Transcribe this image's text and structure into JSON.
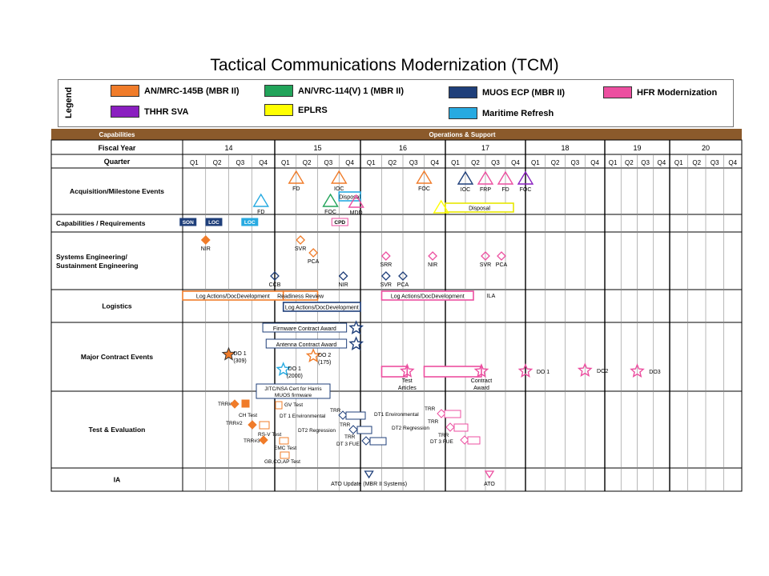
{
  "title": "Tactical Communications Modernization (TCM)",
  "legend": {
    "label": "Legend",
    "items": [
      {
        "label": "AN/MRC-145B (MBR II)",
        "color": "#f07c2a"
      },
      {
        "label": "AN/VRC-114(V) 1 (MBR II)",
        "color": "#22a45a"
      },
      {
        "label": "MUOS ECP (MBR II)",
        "color": "#1f3f7a"
      },
      {
        "label": "HFR Modernization",
        "color": "#ec4fa0"
      },
      {
        "label": "THHR SVA",
        "color": "#8a1fc0"
      },
      {
        "label": "EPLRS",
        "color": "#ffff00"
      },
      {
        "label": "Maritime Refresh",
        "color": "#27aae1"
      }
    ]
  },
  "header": {
    "capabilities": "Capabilities",
    "ops_support": "Operations & Support",
    "fiscal_year": "Fiscal Year",
    "quarter": "Quarter",
    "years": [
      "14",
      "15",
      "16",
      "17",
      "18",
      "19",
      "20"
    ],
    "quarters": [
      "Q1",
      "Q2",
      "Q3",
      "Q4"
    ]
  },
  "chart_data": {
    "type": "table",
    "rows": [
      "Acquisition/Milestone Events",
      "Capabilities / Requirements",
      "Systems Engineering/ Sustainment Engineering",
      "Logistics",
      "Major Contract Events",
      "Test & Evaluation",
      "IA"
    ],
    "events": [
      {
        "row": 0,
        "x": 15.25,
        "shape": "triangle",
        "color": "#f07c2a",
        "label": "FD"
      },
      {
        "row": 0,
        "x": 15.75,
        "shape": "triangle",
        "color": "#f07c2a",
        "label": "IOC"
      },
      {
        "row": 0,
        "x": 14.85,
        "shape": "triangle",
        "color": "#27aae1",
        "label": "FD"
      },
      {
        "row": 0,
        "x": 15.65,
        "shape": "triangle",
        "color": "#22a45a",
        "label": "FOC"
      },
      {
        "row": 0,
        "x": 15.95,
        "shape": "triangle",
        "color": "#ec4fa0",
        "label": "MDD"
      },
      {
        "row": 0,
        "x": 16.75,
        "shape": "triangle",
        "color": "#f07c2a",
        "label": "FOC"
      },
      {
        "row": 0,
        "x": 17.25,
        "shape": "triangle",
        "color": "#1f3f7a",
        "label": "IOC"
      },
      {
        "row": 0,
        "x": 17.5,
        "shape": "triangle",
        "color": "#ec4fa0",
        "label": "FRP"
      },
      {
        "row": 0,
        "x": 17.75,
        "shape": "triangle",
        "color": "#ec4fa0",
        "label": "FD"
      },
      {
        "row": 0,
        "x": 18.0,
        "shape": "triangle",
        "color": "#8a1fc0",
        "label": "FOC"
      },
      {
        "row": 0,
        "x": 16.95,
        "shape": "triangle",
        "color": "#ffff00",
        "label": ""
      },
      {
        "row": 1,
        "x": 14.05,
        "shape": "box",
        "color": "#1f3f7a",
        "label": "SON"
      },
      {
        "row": 1,
        "x": 14.33,
        "shape": "box",
        "color": "#1f3f7a",
        "label": "LOC"
      },
      {
        "row": 1,
        "x": 14.72,
        "shape": "box",
        "color": "#27aae1",
        "label": "LOC"
      },
      {
        "row": 1,
        "x": 15.75,
        "shape": "box",
        "color": "#ec4fa0",
        "label": "CPD"
      },
      {
        "row": 2,
        "x": 14.25,
        "shape": "diamond",
        "color": "#f07c2a",
        "label": "NIR"
      },
      {
        "row": 2,
        "x": 15.3,
        "shape": "diamond",
        "color": "#f07c2a",
        "label": "SVR"
      },
      {
        "row": 2,
        "x": 15.45,
        "shape": "diamond",
        "color": "#f07c2a",
        "label": "PCA"
      },
      {
        "row": 2,
        "x": 15.0,
        "shape": "diamond",
        "color": "#1f3f7a",
        "label": "CCB"
      },
      {
        "row": 2,
        "x": 15.8,
        "shape": "diamond",
        "color": "#1f3f7a",
        "label": "NIR"
      },
      {
        "row": 2,
        "x": 16.3,
        "shape": "diamond",
        "color": "#ec4fa0",
        "label": "SRR"
      },
      {
        "row": 2,
        "x": 16.85,
        "shape": "diamond",
        "color": "#ec4fa0",
        "label": "NIR"
      },
      {
        "row": 2,
        "x": 16.3,
        "shape": "diamond",
        "color": "#1f3f7a",
        "label": "SVR"
      },
      {
        "row": 2,
        "x": 16.5,
        "shape": "diamond",
        "color": "#1f3f7a",
        "label": "PCA"
      },
      {
        "row": 2,
        "x": 17.5,
        "shape": "diamond",
        "color": "#ec4fa0",
        "label": "SVR"
      },
      {
        "row": 2,
        "x": 17.7,
        "shape": "diamond",
        "color": "#ec4fa0",
        "label": "PCA"
      },
      {
        "row": 4,
        "x": 15.95,
        "shape": "star",
        "color": "#1f3f7a",
        "label": "Firmware Contract Award"
      },
      {
        "row": 4,
        "x": 15.95,
        "shape": "star",
        "color": "#1f3f7a",
        "label": "Antenna Contract Award"
      },
      {
        "row": 4,
        "x": 14.5,
        "shape": "star",
        "color": "#f07c2a",
        "label": "DO 1 (309)"
      },
      {
        "row": 4,
        "x": 15.45,
        "shape": "star",
        "color": "#f07c2a",
        "label": "DO 2 (175)"
      },
      {
        "row": 4,
        "x": 15.1,
        "shape": "star",
        "color": "#27aae1",
        "label": "DO 1 (2000)"
      },
      {
        "row": 4,
        "x": 16.55,
        "shape": "star",
        "color": "#ec4fa0",
        "label": "Test Articles"
      },
      {
        "row": 4,
        "x": 17.45,
        "shape": "star",
        "color": "#ec4fa0",
        "label": "Contract Award"
      },
      {
        "row": 4,
        "x": 18.0,
        "shape": "star",
        "color": "#ec4fa0",
        "label": "DO 1"
      },
      {
        "row": 4,
        "x": 18.75,
        "shape": "star",
        "color": "#ec4fa0",
        "label": "DO2"
      },
      {
        "row": 4,
        "x": 19.5,
        "shape": "star",
        "color": "#ec4fa0",
        "label": "DO3"
      },
      {
        "row": 6,
        "x": 16.1,
        "shape": "triangle-down",
        "color": "#1f3f7a",
        "label": "ATO Update (MBR II Systems)"
      },
      {
        "row": 6,
        "x": 17.55,
        "shape": "triangle-down",
        "color": "#ec4fa0",
        "label": "ATO"
      }
    ],
    "bars": [
      {
        "row": 0,
        "start": 15.75,
        "end": 16.0,
        "color": "#27aae1",
        "label": "Disposal"
      },
      {
        "row": 0,
        "start": 17.0,
        "end": 17.85,
        "color": "#ffff00",
        "label": "Disposal"
      },
      {
        "row": 3,
        "start": 14.0,
        "end": 15.1,
        "color": "#f07c2a",
        "label": "Log Actions/DocDevelopment"
      },
      {
        "row": 3,
        "start": 15.1,
        "end": 15.5,
        "color": "#f07c2a",
        "label": "Readiness Review"
      },
      {
        "row": 3,
        "start": 16.25,
        "end": 17.35,
        "color": "#ec4fa0",
        "label": "Log Actions/DocDevelopment"
      },
      {
        "row": 3,
        "start": 15.1,
        "end": 16.0,
        "color": "#1f3f7a",
        "label": "Log Actions/DocDevelopment"
      },
      {
        "row": 4,
        "start": 16.25,
        "end": 16.55,
        "color": "#ec4fa0",
        "label": ""
      },
      {
        "row": 4,
        "start": 16.75,
        "end": 17.45,
        "color": "#ec4fa0",
        "label": ""
      }
    ],
    "ilabel": "ILA",
    "te_labels": [
      "TRR#1",
      "GV Test",
      "CH Test",
      "TRR#2",
      "RS-V Test",
      "TRR#3",
      "EMC Test",
      "GB,CO,AP Test",
      "JITC/NSA Cert for Harris MUOS firmware",
      "DT 1 Environmental",
      "DT2 Regression",
      "TRR",
      "TRR",
      "TRR",
      "DT 3 FUE",
      "DT1 Environmental",
      "DT2 Regression",
      "TRR",
      "TRR",
      "TRR",
      "DT 3 FUE"
    ]
  }
}
